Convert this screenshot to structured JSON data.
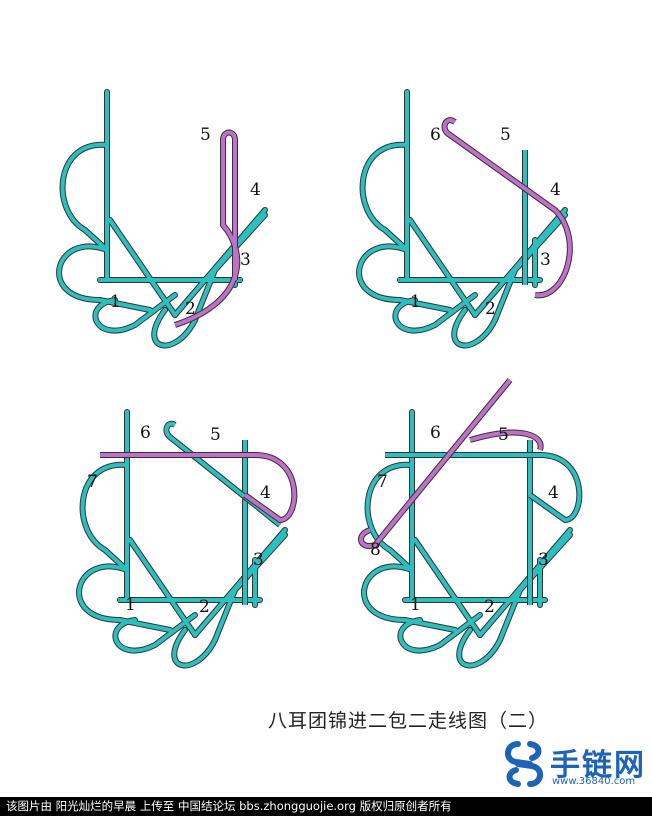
{
  "colors": {
    "cord_primary": "#2bbfbf",
    "cord_secondary": "#c070c8",
    "cord_outline": "#333333",
    "label": "#111111",
    "logo_blue": "#1d63b8"
  },
  "panels": [
    {
      "labels": [
        "1",
        "2",
        "3",
        "4",
        "5"
      ]
    },
    {
      "labels": [
        "1",
        "2",
        "3",
        "4",
        "5",
        "6"
      ]
    },
    {
      "labels": [
        "1",
        "2",
        "3",
        "4",
        "5",
        "6",
        "7"
      ]
    },
    {
      "labels": [
        "1",
        "2",
        "3",
        "4",
        "5",
        "6",
        "7",
        "8"
      ]
    }
  ],
  "caption": "八耳团锦进二包二走线图（二）",
  "logo": {
    "title": "手链网",
    "url": "www.36840.com",
    "icon": "chain-link-icon"
  },
  "footer": "该图片由 阳光灿烂的早晨 上传至 中国结论坛 bbs.zhongguojie.org 版权归原创者所有"
}
